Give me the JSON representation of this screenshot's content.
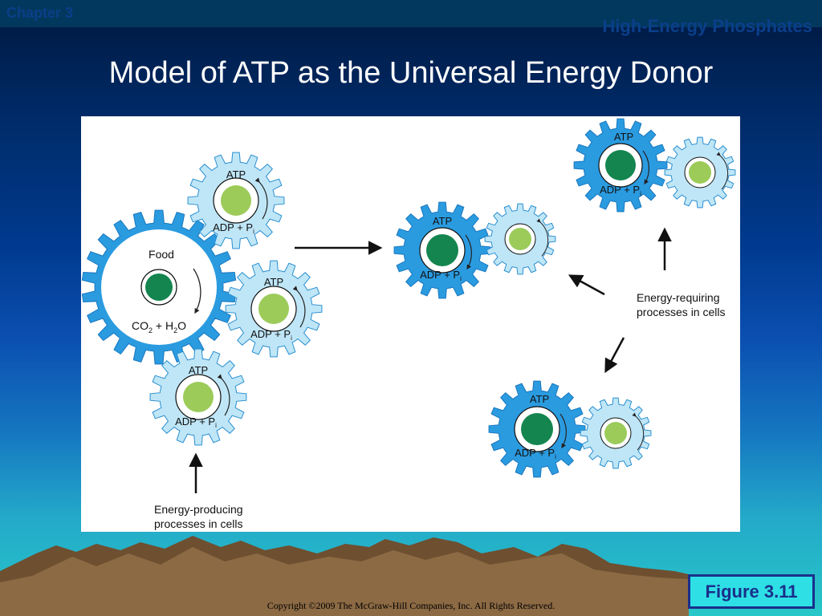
{
  "header": {
    "chapter": "Chapter 3",
    "section": "High-Energy Phosphates"
  },
  "slide": {
    "title": "Model of ATP as the Universal Energy Donor"
  },
  "diagram": {
    "food_label": "Food",
    "co2_main": "CO",
    "co2_sub": "2",
    "h2o_pre": " + H",
    "h2o_sub": "2",
    "h2o_post": "O",
    "atp_label": "ATP",
    "adp_main": "ADP + P",
    "adp_sub": "i",
    "energy_producing_line1": "Energy-producing",
    "energy_producing_line2": "processes in cells",
    "energy_requiring_line1": "Energy-requiring",
    "energy_requiring_line2": "processes in cells"
  },
  "footer": {
    "figure_label": "Figure 3.11",
    "copyright": "Copyright ©2009 The McGraw-Hill Companies, Inc. All Rights Reserved."
  },
  "colors": {
    "gear_dark_blue": "#2b9be0",
    "gear_light_blue": "#bfe6f7",
    "circle_dark_green": "#14854f",
    "circle_light_green": "#9ccb5a"
  }
}
